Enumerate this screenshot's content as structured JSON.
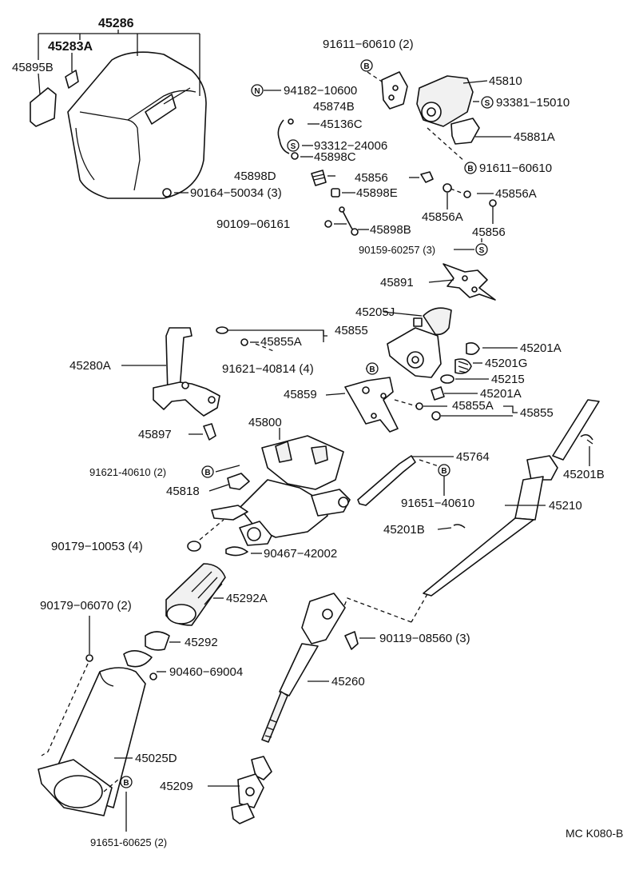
{
  "diagram_code": "MC K080-B",
  "symbols": {
    "bolt": "B",
    "screw": "S",
    "nut": "N"
  },
  "labels": {
    "45286": "45286",
    "45283A": "45283A",
    "45895B": "45895B",
    "90164_50034": "90164−50034 (3)",
    "91611_60610_2": "91611−60610 (2)",
    "94182_10600": "94182−10600",
    "45874B": "45874B",
    "45136C": "45136C",
    "93312_24006": "93312−24006",
    "45898C": "45898C",
    "45898D": "45898D",
    "45898E": "45898E",
    "90109_06161": "90109−06161",
    "45898B": "45898B",
    "45856": "45856",
    "45856A_r": "45856A",
    "45856A_b": "45856A",
    "45856_b": "45856",
    "45810": "45810",
    "93381_15010": "93381−15010",
    "45881A": "45881A",
    "91611_60610": "91611−60610",
    "90159_60257": "90159-60257 (3)",
    "45891": "45891",
    "45205J": "45205J",
    "45855": "45855",
    "45855A": "45855A",
    "91621_40814": "91621−40814 (4)",
    "45280A": "45280A",
    "45201A_t": "45201A",
    "45201G": "45201G",
    "45215": "45215",
    "45201A_b": "45201A",
    "45859": "45859",
    "45855A_b": "45855A",
    "45855_b": "45855",
    "45897": "45897",
    "45800": "45800",
    "45764": "45764",
    "91621_40610": "91621-40610 (2)",
    "45818": "45818",
    "91651_40610": "91651−40610",
    "45201B_r": "45201B",
    "45210": "45210",
    "45201B_l": "45201B",
    "90179_10053": "90179−10053 (4)",
    "90467_42002": "90467−42002",
    "90179_06070": "90179−06070 (2)",
    "45292A": "45292A",
    "45292": "45292",
    "90119_08560": "90119−08560 (3)",
    "90460_69004": "90460−69004",
    "45260": "45260",
    "45025D": "45025D",
    "45209": "45209",
    "91651_60625": "91651-60625 (2)"
  }
}
